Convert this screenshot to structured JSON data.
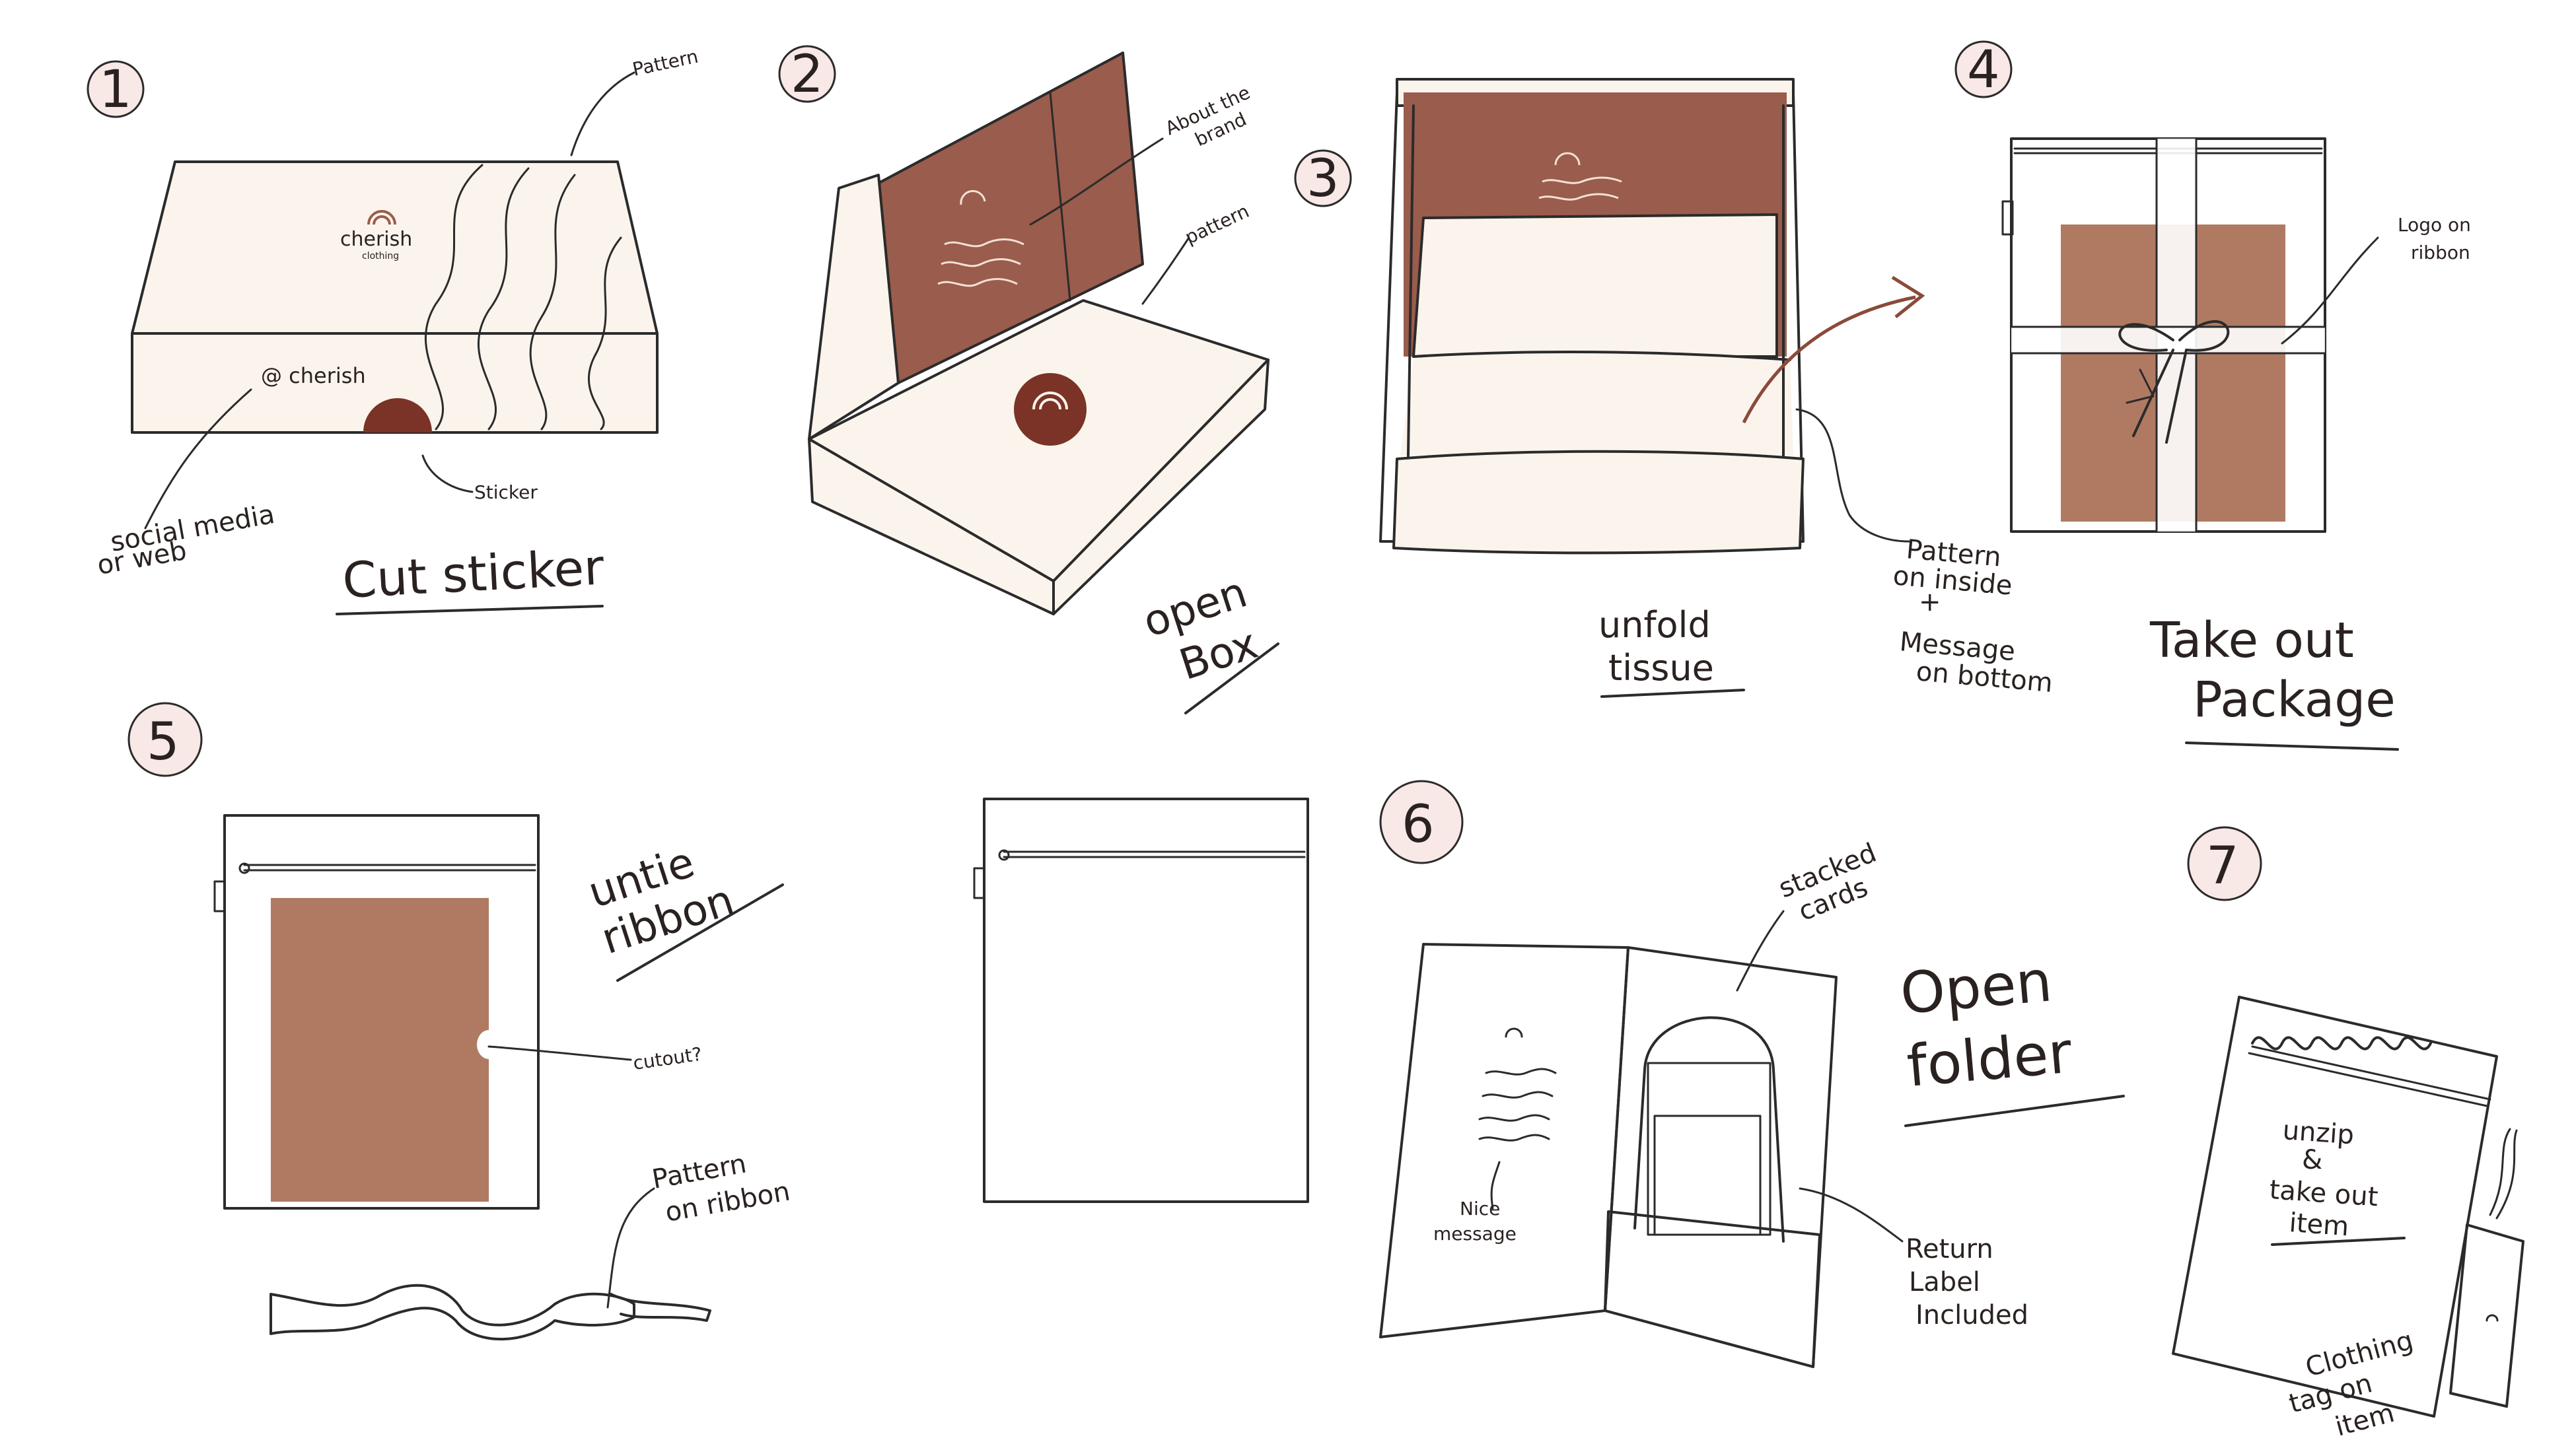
{
  "colors": {
    "cream": "#fbf4ec",
    "terracotta": "#9a5c4c",
    "terracotta_light": "#b07a62",
    "sticker": "#7a3326",
    "step_circle": "#f8e8e6",
    "arrow": "#8a4a3a",
    "ink": "#2b2b2b"
  },
  "steps": [
    {
      "number": "1",
      "title": "Cut sticker"
    },
    {
      "number": "2",
      "title_line1": "open",
      "title_line2": "Box"
    },
    {
      "number": "3",
      "title_line1": "unfold",
      "title_line2": "tissue"
    },
    {
      "number": "4",
      "title_line1": "Take out",
      "title_line2": "Package"
    },
    {
      "number": "5",
      "title_line1": "untie",
      "title_line2": "ribbon"
    },
    {
      "number": "6",
      "title_line1": "Open",
      "title_line2": "folder"
    },
    {
      "number": "7"
    }
  ],
  "annotations": {
    "pattern_1": "Pattern",
    "logo_name": "cherish",
    "logo_sub": "clothing",
    "social_handle": "@ cherish",
    "social_media": "social media",
    "or_web": "or web",
    "sticker": "Sticker",
    "about_brand_1": "About the",
    "about_brand_2": "brand",
    "pattern_2": "pattern",
    "pattern_inside_1": "Pattern",
    "pattern_inside_2": "on inside",
    "pattern_inside_3": "+",
    "pattern_inside_4": "Message",
    "pattern_inside_5": "on bottom",
    "logo_ribbon_1": "Logo on",
    "logo_ribbon_2": "ribbon",
    "cutout": "cutout?",
    "pattern_ribbon_1": "Pattern",
    "pattern_ribbon_2": "on ribbon",
    "stacked_cards_1": "stacked",
    "stacked_cards_2": "cards",
    "nice_message_1": "Nice",
    "nice_message_2": "message",
    "return_label_1": "Return",
    "return_label_2": "Label",
    "return_label_3": "Included",
    "unzip_1": "unzip",
    "unzip_2": "&",
    "unzip_3": "take out",
    "unzip_4": "item",
    "clothing_tag_1": "Clothing",
    "clothing_tag_2": "tag on",
    "clothing_tag_3": "item"
  }
}
